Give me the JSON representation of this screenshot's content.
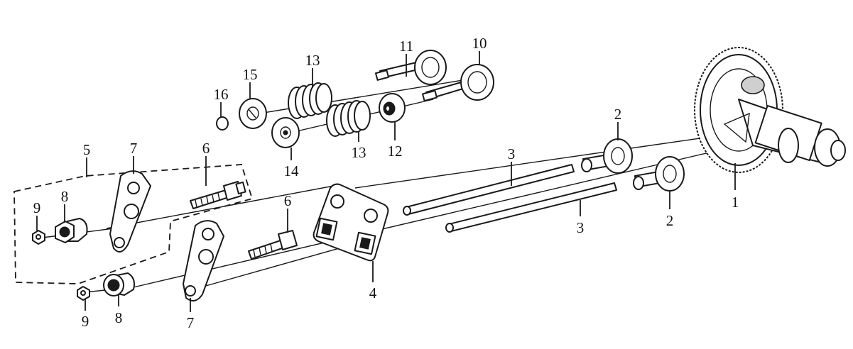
{
  "diagram": {
    "callouts": [
      {
        "id": "1",
        "text": "1"
      },
      {
        "id": "2a",
        "text": "2"
      },
      {
        "id": "2b",
        "text": "2"
      },
      {
        "id": "3a",
        "text": "3"
      },
      {
        "id": "3b",
        "text": "3"
      },
      {
        "id": "4",
        "text": "4"
      },
      {
        "id": "5",
        "text": "5"
      },
      {
        "id": "6a",
        "text": "6"
      },
      {
        "id": "6b",
        "text": "6"
      },
      {
        "id": "7a",
        "text": "7"
      },
      {
        "id": "7b",
        "text": "7"
      },
      {
        "id": "8a",
        "text": "8"
      },
      {
        "id": "8b",
        "text": "8"
      },
      {
        "id": "9a",
        "text": "9"
      },
      {
        "id": "9b",
        "text": "9"
      },
      {
        "id": "10",
        "text": "10"
      },
      {
        "id": "11",
        "text": "11"
      },
      {
        "id": "12",
        "text": "12"
      },
      {
        "id": "13a",
        "text": "13"
      },
      {
        "id": "13b",
        "text": "13"
      },
      {
        "id": "14",
        "text": "14"
      },
      {
        "id": "15",
        "text": "15"
      },
      {
        "id": "16",
        "text": "16"
      }
    ]
  }
}
